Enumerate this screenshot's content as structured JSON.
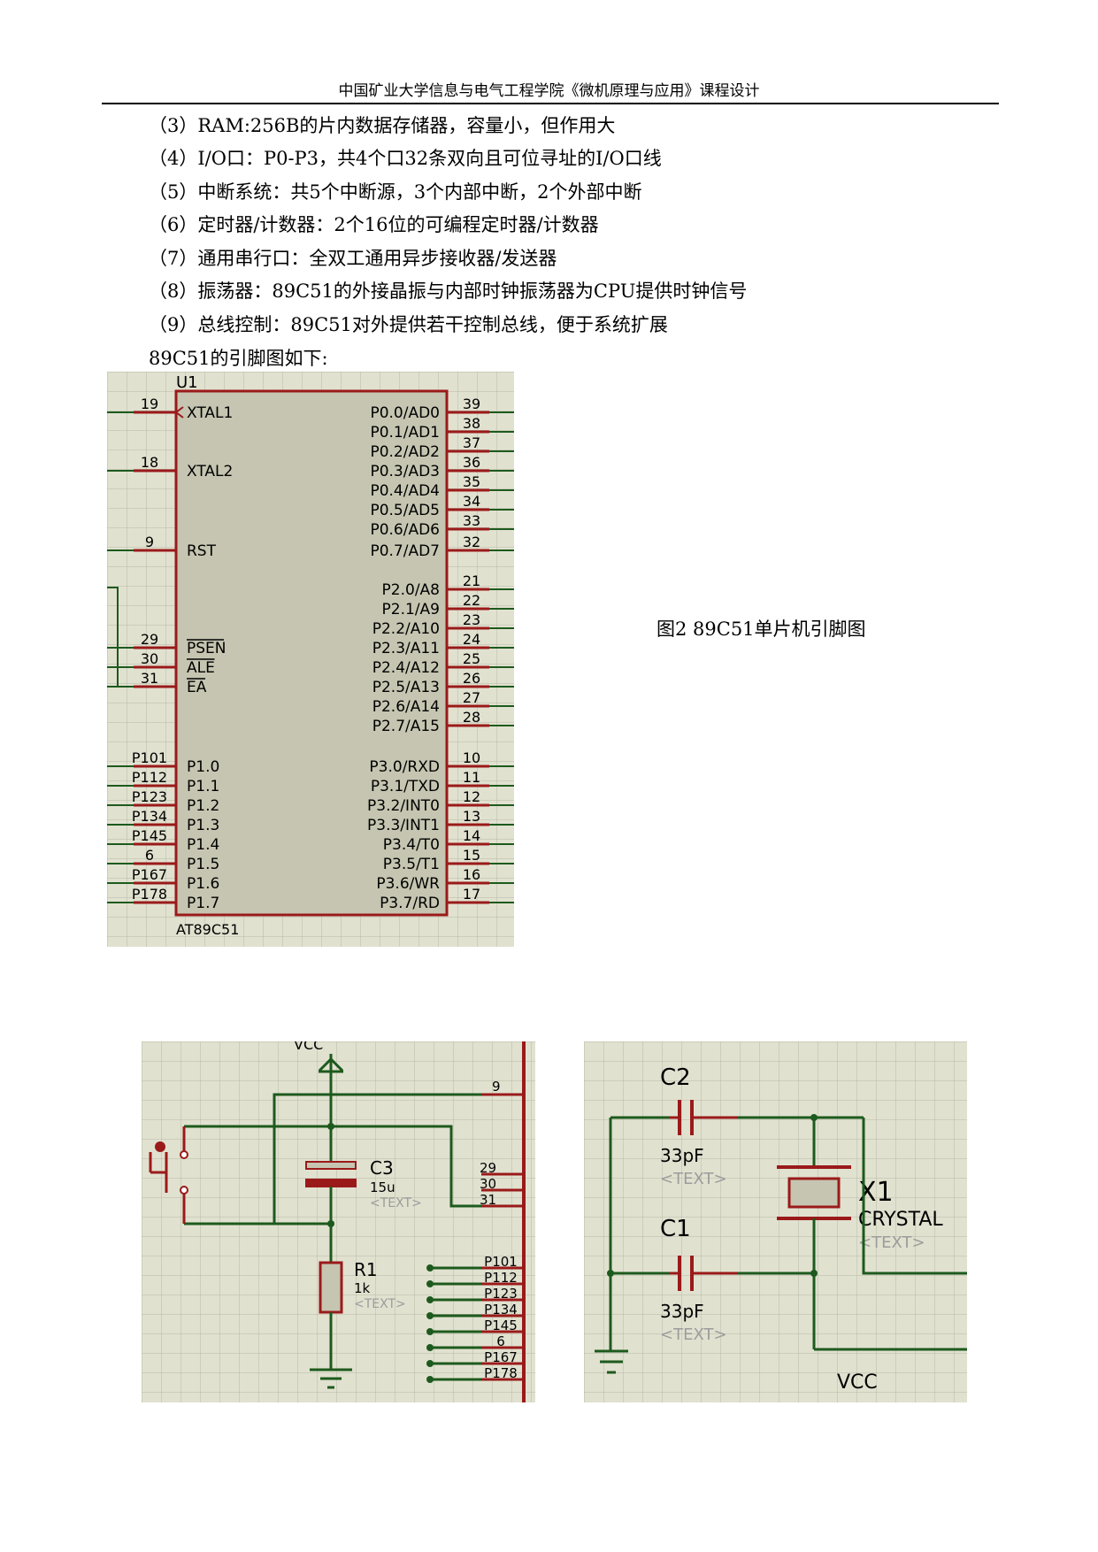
{
  "header": "中国矿业大学信息与电气工程学院《微机原理与应用》课程设计",
  "lines": [
    "（3）RAM:256B的片内数据存储器，容量小，但作用大",
    "（4）I/O口：P0-P3，共4个口32条双向且可位寻址的I/O口线",
    "（5）中断系统：共5个中断源，3个内部中断，2个外部中断",
    "（6）定时器/计数器：2个16位的可编程定时器/计数器",
    "（7）通用串行口：全双工通用异步接收器/发送器",
    "（8）振荡器：89C51的外接晶振与内部时钟振荡器为CPU提供时钟信号",
    "（9）总线控制：89C51对外提供若干控制总线，便于系统扩展",
    "89C51的引脚图如下:"
  ],
  "caption": "图2   89C51单片机引脚图",
  "chip": {
    "ref": "U1",
    "part": "AT89C51",
    "left_pins": [
      {
        "num": "19",
        "name": "XTAL1"
      },
      {
        "num": "18",
        "name": "XTAL2"
      },
      {
        "num": "9",
        "name": "RST"
      },
      {
        "num": "29",
        "name": "PSEN"
      },
      {
        "num": "30",
        "name": "ALE"
      },
      {
        "num": "31",
        "name": "EA"
      },
      {
        "num": "P101",
        "name": "P1.0"
      },
      {
        "num": "P112",
        "name": "P1.1"
      },
      {
        "num": "P123",
        "name": "P1.2"
      },
      {
        "num": "P134",
        "name": "P1.3"
      },
      {
        "num": "P145",
        "name": "P1.4"
      },
      {
        "num": "6",
        "name": "P1.5"
      },
      {
        "num": "P167",
        "name": "P1.6"
      },
      {
        "num": "P178",
        "name": "P1.7"
      }
    ],
    "right_pins": [
      {
        "num": "39",
        "name": "P0.0/AD0"
      },
      {
        "num": "38",
        "name": "P0.1/AD1"
      },
      {
        "num": "37",
        "name": "P0.2/AD2"
      },
      {
        "num": "36",
        "name": "P0.3/AD3"
      },
      {
        "num": "35",
        "name": "P0.4/AD4"
      },
      {
        "num": "34",
        "name": "P0.5/AD5"
      },
      {
        "num": "33",
        "name": "P0.6/AD6"
      },
      {
        "num": "32",
        "name": "P0.7/AD7"
      },
      {
        "num": "21",
        "name": "P2.0/A8"
      },
      {
        "num": "22",
        "name": "P2.1/A9"
      },
      {
        "num": "23",
        "name": "P2.2/A10"
      },
      {
        "num": "24",
        "name": "P2.3/A11"
      },
      {
        "num": "25",
        "name": "P2.4/A12"
      },
      {
        "num": "26",
        "name": "P2.5/A13"
      },
      {
        "num": "27",
        "name": "P2.6/A14"
      },
      {
        "num": "28",
        "name": "P2.7/A15"
      },
      {
        "num": "10",
        "name": "P3.0/RXD"
      },
      {
        "num": "11",
        "name": "P3.1/TXD"
      },
      {
        "num": "12",
        "name": "P3.2/INT0"
      },
      {
        "num": "13",
        "name": "P3.3/INT1"
      },
      {
        "num": "14",
        "name": "P3.4/T0"
      },
      {
        "num": "15",
        "name": "P3.5/T1"
      },
      {
        "num": "16",
        "name": "P3.6/WR"
      },
      {
        "num": "17",
        "name": "P3.7/RD"
      }
    ]
  },
  "reset_circuit": {
    "vcc": "VCC",
    "c3_ref": "C3",
    "c3_val": "15u",
    "c3_text": "<TEXT>",
    "r1_ref": "R1",
    "r1_val": "1k",
    "r1_text": "<TEXT>",
    "pin_labels": [
      "9",
      "29",
      "30",
      "31"
    ],
    "bus_labels": [
      "P101",
      "P112",
      "P123",
      "P134",
      "P145",
      "6",
      "P167",
      "P178"
    ]
  },
  "crystal_circuit": {
    "c2_ref": "C2",
    "c2_val": "33pF",
    "c2_text": "<TEXT>",
    "c1_ref": "C1",
    "c1_val": "33pF",
    "c1_text": "<TEXT>",
    "x1_ref": "X1",
    "x1_val": "CRYSTAL",
    "x1_text": "<TEXT>",
    "vcc": "VCC"
  },
  "colors": {
    "grid_bg": "#e1e1d0",
    "grid_line": "#b9b9a8",
    "chip_body": "#c5c5b1",
    "pin_red": "#9a1a1a",
    "wire_green": "#1d5a1d",
    "ghost_text": "#9c9c9c"
  }
}
